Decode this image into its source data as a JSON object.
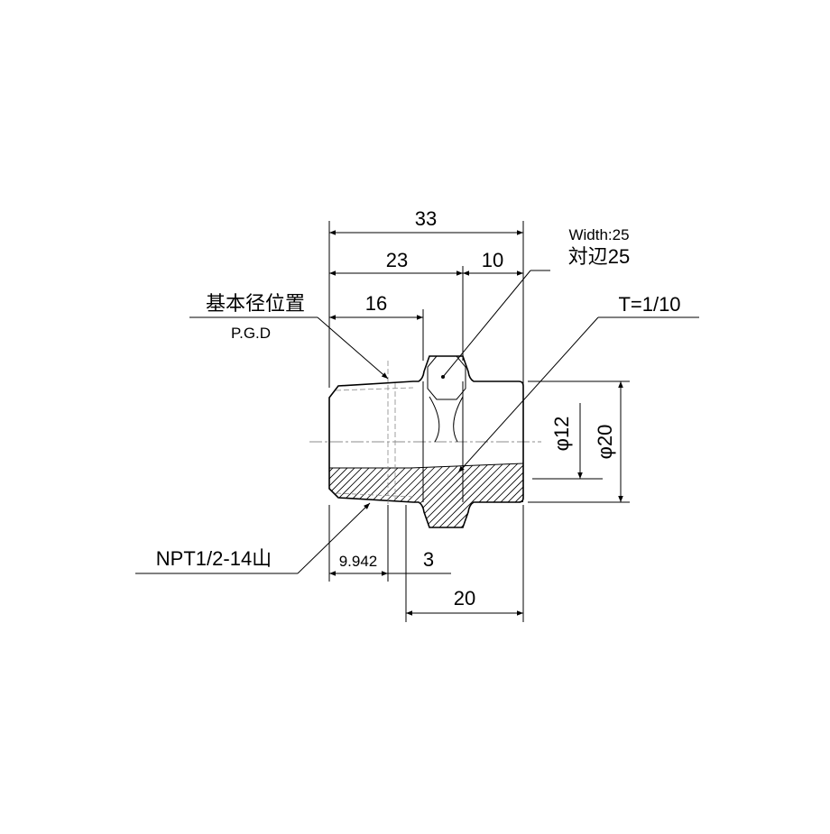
{
  "dimensions": {
    "overall_length": "33",
    "thread_section": "23",
    "hex_section": "10",
    "pgd_distance": "16",
    "hand_tight_engagement": "9.942",
    "thread_gap": "3",
    "body_length": "20",
    "inner_diameter": "φ12",
    "outer_diameter": "φ20"
  },
  "annotations": {
    "hex_width_en": "Width:25",
    "hex_width_jp": "対辺25",
    "taper": "T=1/10",
    "pgd_jp": "基本径位置",
    "pgd_en": "P.G.D",
    "thread_spec": "NPT1/2-14山"
  }
}
